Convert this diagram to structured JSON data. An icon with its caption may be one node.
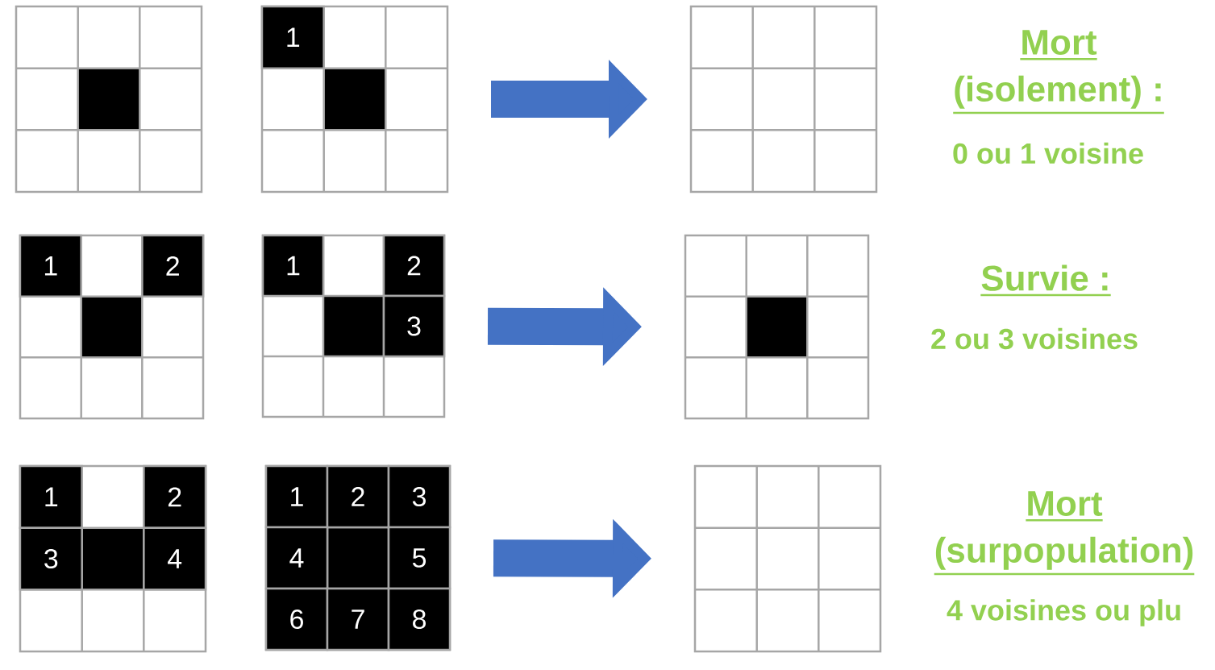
{
  "diagram": {
    "nodes": [
      {
        "text": [],
        "shape": "grid"
      },
      {
        "text": [
          "1"
        ]
      },
      {
        "text": [],
        "shape": "grid"
      },
      {
        "text": [
          "1",
          "2"
        ]
      },
      {
        "text": [
          "1",
          "2",
          "3"
        ]
      },
      {
        "text": [],
        "shape": "grid"
      },
      {
        "text": [
          "1",
          "2",
          "3",
          "4"
        ]
      },
      {
        "text": [
          "1",
          "2",
          "3",
          "4",
          "5",
          "6",
          "7",
          "8"
        ]
      },
      {
        "text": [],
        "shape": "grid"
      }
    ],
    "edges": [
      {
        "from": 1,
        "to": 2,
        "arrow": "to"
      },
      {
        "from": 4,
        "to": 5,
        "arrow": "to"
      },
      {
        "from": 7,
        "to": 8,
        "arrow": "to"
      }
    ],
    "labels": [
      "Mort (isolement) :",
      "0 ou 1 voisine",
      "Survie :",
      "2 ou 3 voisines",
      "Mort (surpopulation)",
      "4 voisines ou plu"
    ]
  }
}
